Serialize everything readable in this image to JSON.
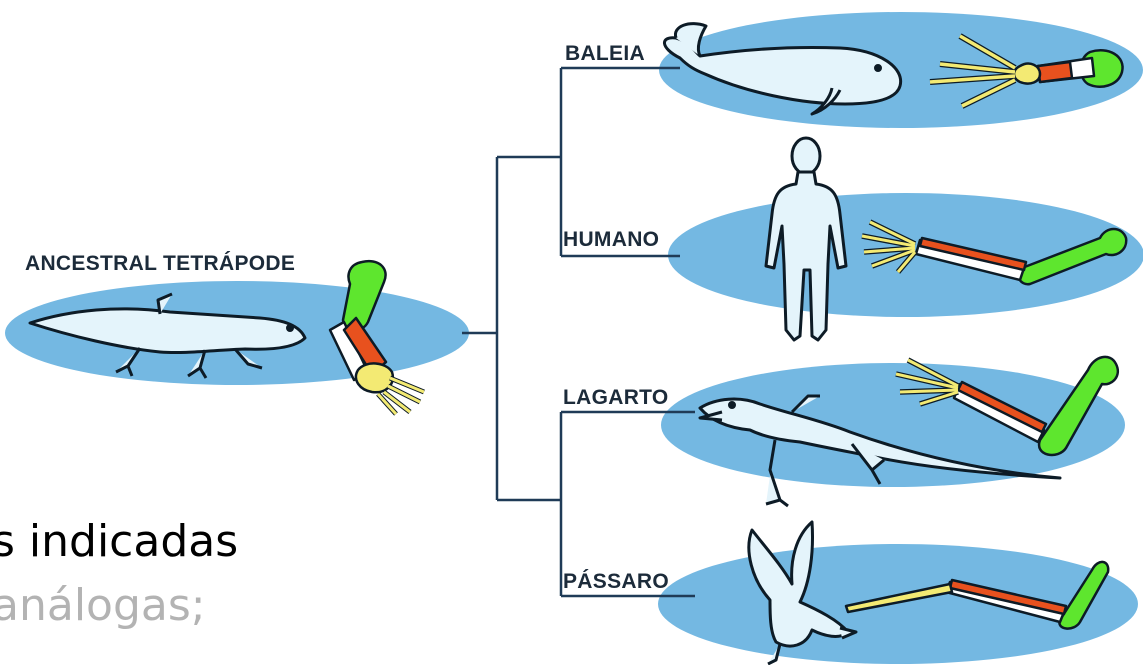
{
  "diagram": {
    "labels": {
      "ancestor": "ANCESTRAL TETRÁPODE",
      "whale": "BALEIA",
      "human": "HUMANO",
      "lizard": "LAGARTO",
      "bird": "PÁSSARO"
    },
    "colors": {
      "ellipse": "#74b8e2",
      "bone_upper": "#5ee62e",
      "bone_lower_front": "#e8511e",
      "bone_lower_back": "#ffffff",
      "bone_hand": "#f3ea73",
      "tree_line": "#1f3b57",
      "animal_fill": "#e4f4fb"
    }
  },
  "slide_text": {
    "line1": "s indicadas",
    "line2": "análogas;",
    "line1_color": "#000000",
    "line2_color": "#b3b3b3"
  }
}
